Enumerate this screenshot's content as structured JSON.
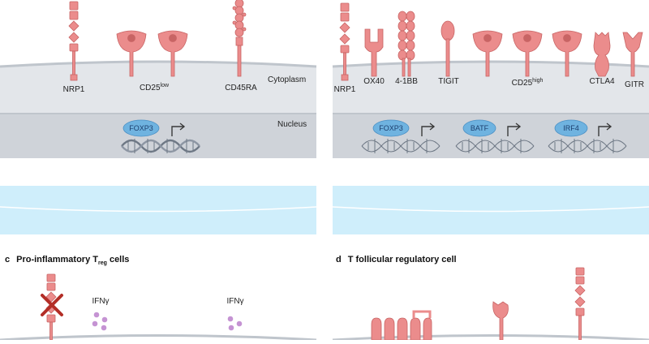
{
  "colors": {
    "receptor": "#eb8c8c",
    "receptor_stroke": "#c86464",
    "cytoplasm": "#e3e6ea",
    "nucleus": "#cfd3d9",
    "membrane": "#bfc5cc",
    "blue_band": "#cfeefb",
    "tf_bubble": "#6fb3e0",
    "ifn_dot": "#c593d3",
    "cross": "#b32e27"
  },
  "panel_a": {
    "receptors": [
      "NRP1",
      "CD25",
      "CD45RA"
    ],
    "cd25_sup": "low",
    "cytoplasm_label": "Cytoplasm",
    "nucleus_label": "Nucleus",
    "tf": [
      "FOXP3"
    ]
  },
  "panel_b": {
    "receptors": [
      "NRP1",
      "OX40",
      "4-1BB",
      "TIGIT",
      "CD25",
      "CTLA4",
      "GITR"
    ],
    "cd25_sup": "high",
    "tf": [
      "FOXP3",
      "BATF",
      "IRF4"
    ]
  },
  "panel_c": {
    "letter": "c",
    "title_main": "Pro-inflammatory T",
    "title_sub": "reg",
    "title_tail": " cells",
    "cytokine_1": "IFNγ",
    "cytokine_2": "IFNγ"
  },
  "panel_d": {
    "letter": "d",
    "title": "T follicular regulatory cell"
  }
}
